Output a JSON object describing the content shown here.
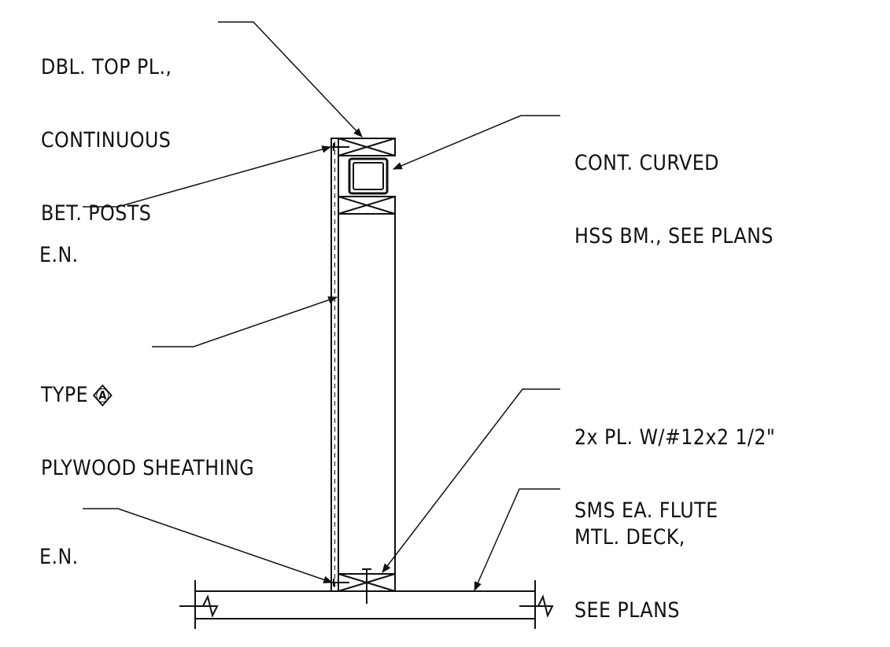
{
  "notes": {
    "top_plate": [
      "DBL. TOP PL.,",
      "CONTINUOUS",
      "BET. POSTS"
    ],
    "hss_beam": [
      "CONT. CURVED",
      "HSS BM., SEE PLANS"
    ],
    "edge_nail_top": "E.N.",
    "sheathing": {
      "line1_prefix": "TYPE",
      "type_tag": "A",
      "line2": "PLYWOOD SHEATHING"
    },
    "screws": [
      "2x PL. W/#12x2 1/2\"",
      "SMS EA. FLUTE"
    ],
    "edge_nail_bottom": "E.N.",
    "deck": [
      "MTL. DECK,",
      "SEE PLANS"
    ]
  },
  "colors": {
    "line": "#111111",
    "background": "#ffffff"
  }
}
